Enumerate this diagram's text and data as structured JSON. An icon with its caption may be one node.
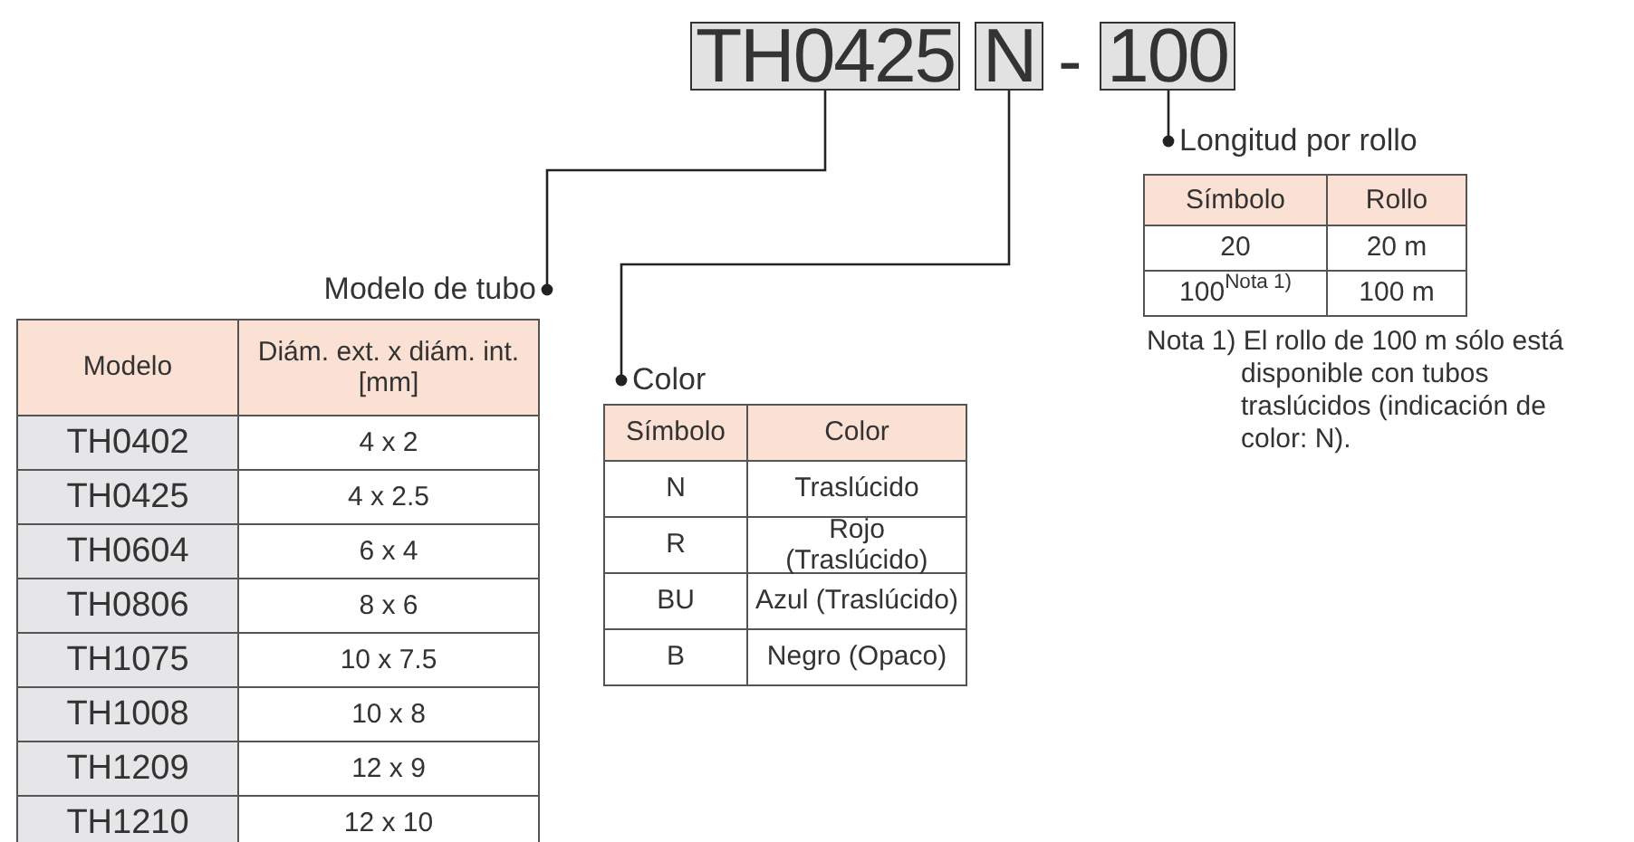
{
  "diagram": {
    "nodes": [
      {
        "text": [
          "TH0425"
        ]
      },
      {
        "text": [
          "N"
        ]
      },
      {
        "text": [
          "100"
        ]
      },
      {
        "text": [
          "Modelo de tubo"
        ]
      },
      {
        "text": [
          "Color"
        ]
      },
      {
        "text": [
          "Longitud por rollo"
        ]
      }
    ],
    "edges": [
      {
        "from": 0,
        "to": 3,
        "arrow": "other"
      },
      {
        "from": 1,
        "to": 4,
        "arrow": "other"
      },
      {
        "from": 2,
        "to": 5,
        "arrow": "other"
      }
    ],
    "labels": [
      "-",
      "Modelo",
      "Diám. ext. x diám. int. [mm]",
      "TH0402",
      "4 x 2",
      "TH0425",
      "4 x 2.5",
      "TH0604",
      "6 x 4",
      "TH0806",
      "8 x 6",
      "TH1075",
      "10 x 7.5",
      "TH1008",
      "10 x 8",
      "TH1209",
      "12 x 9",
      "TH1210",
      "12 x 10",
      "Símbolo",
      "Color",
      "N",
      "Traslúcido",
      "R",
      "Rojo (Traslúcido)",
      "BU",
      "Azul (Traslúcido)",
      "B",
      "Negro (Opaco)",
      "Símbolo",
      "Rollo",
      "20",
      "20 m",
      "100$^{Nota 1)}$",
      "100 m",
      "Nota 1) El rollo de 100 m sólo está disponible con tubos traslúcidos (indicación de color: N)."
    ]
  }
}
